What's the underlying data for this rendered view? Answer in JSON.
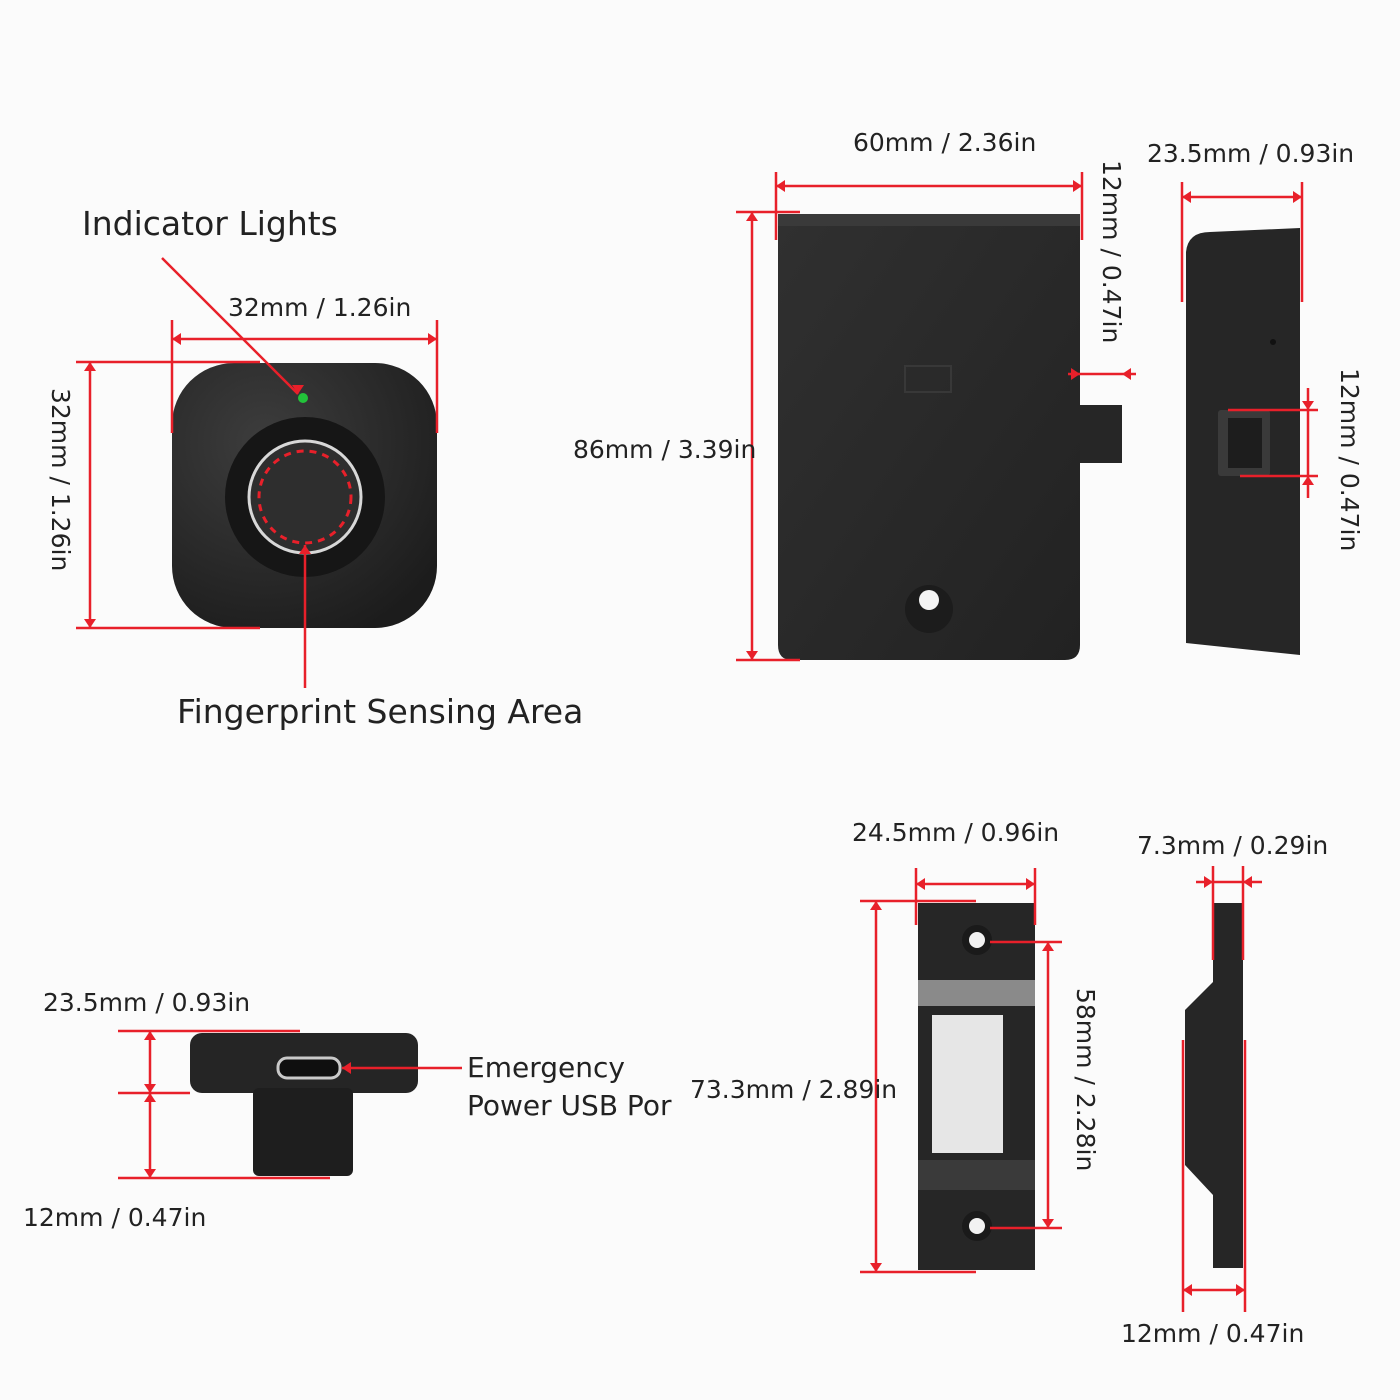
{
  "diagram": {
    "callouts": {
      "indicator_lights": "Indicator Lights",
      "fingerprint_area": "Fingerprint Sensing Area",
      "usb_line1": "Emergency",
      "usb_line2": "Power USB Por"
    },
    "dimensions": {
      "sensor_width": "32mm / 1.26in",
      "sensor_height": "32mm / 1.26in",
      "lock_width": "60mm / 2.36in",
      "lock_height": "86mm / 3.39in",
      "bolt_extension": "12mm / 0.47in",
      "side_depth": "23.5mm / 0.93in",
      "side_bolt": "12mm / 0.47in",
      "sensor_side_depth": "23.5mm / 0.93in",
      "sensor_shaft": "12mm / 0.47in",
      "strike_width": "24.5mm / 0.96in",
      "strike_height": "73.3mm / 2.89in",
      "strike_hole_spacing": "58mm / 2.28in",
      "strike_thickness": "7.3mm / 0.29in",
      "strike_side_depth": "12mm / 0.47in"
    },
    "colors": {
      "dimension_line": "#e8202a",
      "device_body": "#2a2a2a",
      "indicator_led": "#22c33a"
    }
  }
}
